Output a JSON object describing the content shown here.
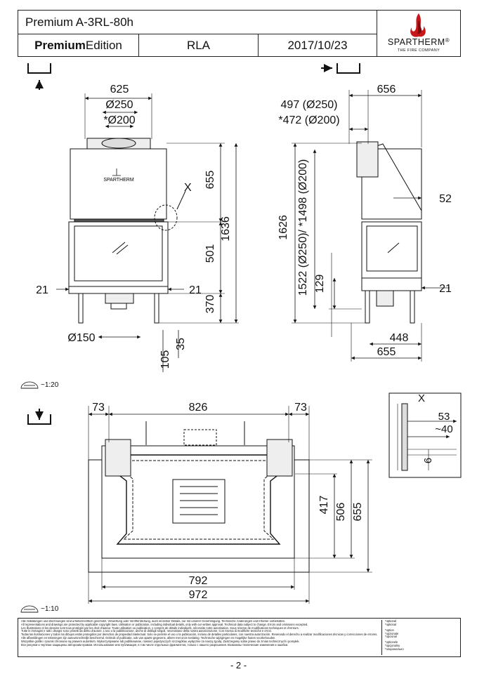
{
  "header": {
    "title": "Premium A-3RL-80h",
    "edition_strong": "Premium",
    "edition_rest": "Edition",
    "variant": "RLA",
    "date": "2017/10/23",
    "logo_text": "SPARTHERM",
    "logo_reg": "®",
    "logo_sub": "THE FIRE COMPANY"
  },
  "front_view": {
    "dims": {
      "width": "625",
      "flue_250": "Ø250",
      "flue_200": "*Ø200",
      "upper_h": "655",
      "mid_h": "501",
      "total_h": "1636",
      "leg_h": "370",
      "side_left": "21",
      "side_right": "21",
      "air": "Ø150",
      "d35": "35",
      "d105": "105",
      "detail": "X"
    },
    "brand": "SPARTHERM"
  },
  "side_view": {
    "dims": {
      "flue_250": "497 (Ø250)",
      "flue_200": "*472 (Ø200)",
      "depth_top": "656",
      "d52": "52",
      "total_h": "1626",
      "flue_h": "1522 (Ø250)/ *1498 (Ø200)",
      "d129": "129",
      "d21": "21",
      "d448": "448",
      "depth": "655"
    }
  },
  "plan_view": {
    "scale": "~1:20",
    "dims": {
      "left": "73",
      "mid": "826",
      "right": "73",
      "d417": "417",
      "d506": "506",
      "d655": "655",
      "inner_w": "792",
      "outer_w": "972"
    }
  },
  "detail": {
    "scale": "~1:10",
    "label": "X",
    "d53": "53",
    "d40": "~40",
    "d6": "6"
  },
  "footer": {
    "disclaimer": [
      "Alle Abbildungen und Zeichnungen sind urheberrechtlich geschützt. Verwertung oder Veröffentlichung, auch einzelner Details, nur mit unserer Genehmigung. Technische Änderungen und Irrtümer vorbehalten.",
      "All representations and drawings are protected by applicable copyright laws. Utilisation or publication, including individual details, only with our written approval. Technical data subject to change. Errors and omissions excepted.",
      "Les illustrations et les dessins sont tous protégés par les droit d'auteur. Toute utilisation ou publication, y compris de détails individuels, nécessite notre autorisation. Sous réserve de modifications techniques et d'erreurs.",
      "Tutte le immagini e tutti i disegni sono protetti da diritto d'autore. L'uso o la pubblicazione, anche di dettagli singoli, necessitano della nostra autorizzazione. Con riserva di modifiche tecniche e errori.",
      "Todas las ilustraciones y todos los dibujos están protegidos por derechos de propiedad intelectual. Solo se permite el uso o la publicación, incluso de detalles particulares, con nuestra autorización. Reservado el derecho a realizar modificaciones técnicas y correcciones de errores.",
      "Alle afbeeldingen en tekeningen zijn auteursrechtelijk beschermd. Gebruik of publicatie, ook van aparte gegevens, alleen met onze toelating. Technische wijzigingen en mogelijke fouten voorbehouden.",
      "Wszystkie grafiki i rysunki chronione są prawem autorskim. Wykorzystywanie lub publikowanie, również pojedynczych szczegółów, wyłącznie za naszą zgodą. Zastrzegamy sobie prawo do zmian technicznych i pomyłek.",
      "Все рисунки и чертежи защищены авторским правом. Использование или публикация, в том числе отдельных фрагментов, только с нашего разрешения. Возможны технические изменения и ошибки."
    ],
    "options": [
      "*optional\n*optional",
      "*option\n*opzionale\n*opcional",
      "*optionele\n*opcjonalny\n*опционально"
    ]
  },
  "page": "- 2 -"
}
